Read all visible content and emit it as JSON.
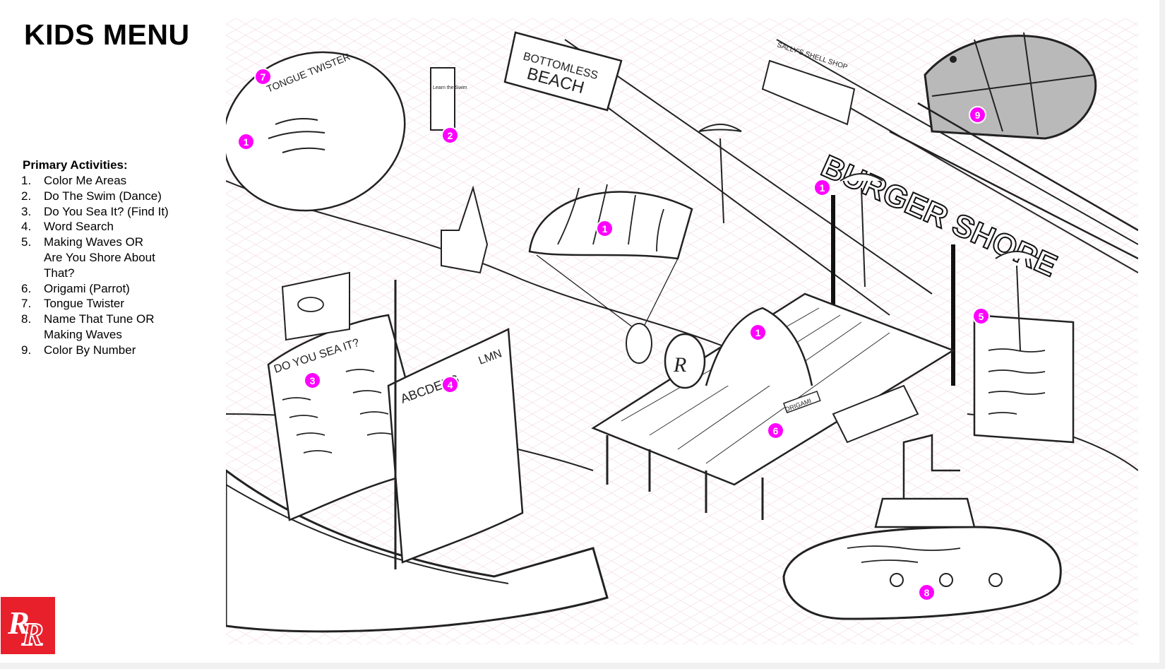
{
  "menu": {
    "title": "KIDS MENU",
    "activities_heading": "Primary Activities:",
    "activities": [
      {
        "num": "1.",
        "text": "Color Me Areas"
      },
      {
        "num": "2.",
        "text": "Do The Swim (Dance)"
      },
      {
        "num": "3.",
        "text": "Do You Sea It? (Find It)"
      },
      {
        "num": "4.",
        "text": "Word Search"
      },
      {
        "num": "5.",
        "text": "Making Waves OR\nAre You Shore About\nThat?"
      },
      {
        "num": "6.",
        "text": "Origami (Parrot)"
      },
      {
        "num": "7.",
        "text": "Tongue Twister"
      },
      {
        "num": "8.",
        "text": "Name That Tune OR\nMaking Waves"
      },
      {
        "num": "9.",
        "text": "Color By Number"
      }
    ]
  },
  "illustration": {
    "signs": {
      "beach_banner_1": "BOTTOMLESS",
      "beach_banner_2": "BEACH",
      "blimp_text": "TONGUE TWISTER",
      "burger_sign": "BURGER SHORE",
      "sea_sail": "DO YOU SEA IT?",
      "shell_shop": "SALLY'S SHELL SHOP",
      "origami_sign": "ORIGAMI",
      "learn_sign": "Learn the Swim",
      "word_search_row1": "ABCDEFG",
      "word_search_row2": "LMN"
    },
    "markers": [
      "7",
      "1",
      "2",
      "1",
      "9",
      "1",
      "1",
      "5",
      "3",
      "4",
      "6",
      "8"
    ],
    "marker_color": "#ff00ff"
  },
  "brand": {
    "logo_letters": "RR",
    "logo_color": "#e8202c"
  }
}
